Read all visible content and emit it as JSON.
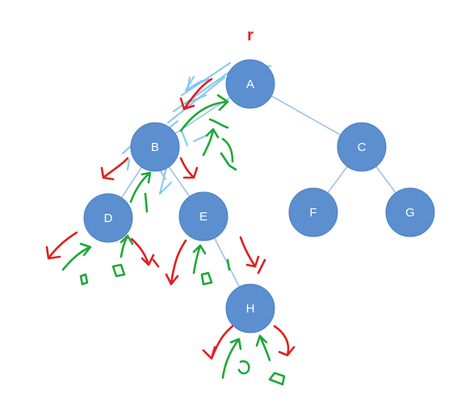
{
  "root_label": "r",
  "colors": {
    "node_fill": "#5b8fcf",
    "node_stroke": "#4a7fbf",
    "edge": "#9cc3e6",
    "red_mark": "#e02020",
    "green_mark": "#1fa83a",
    "blue_mark": "#7fc4ee"
  },
  "nodes": [
    {
      "id": "A",
      "label": "A"
    },
    {
      "id": "B",
      "label": "B"
    },
    {
      "id": "C",
      "label": "C"
    },
    {
      "id": "D",
      "label": "D"
    },
    {
      "id": "E",
      "label": "E"
    },
    {
      "id": "F",
      "label": "F"
    },
    {
      "id": "G",
      "label": "G"
    },
    {
      "id": "H",
      "label": "H"
    }
  ],
  "edges": [
    {
      "from": "A",
      "to": "B"
    },
    {
      "from": "A",
      "to": "C"
    },
    {
      "from": "B",
      "to": "D"
    },
    {
      "from": "B",
      "to": "E"
    },
    {
      "from": "C",
      "to": "F"
    },
    {
      "from": "C",
      "to": "G"
    },
    {
      "from": "E",
      "to": "H"
    }
  ]
}
